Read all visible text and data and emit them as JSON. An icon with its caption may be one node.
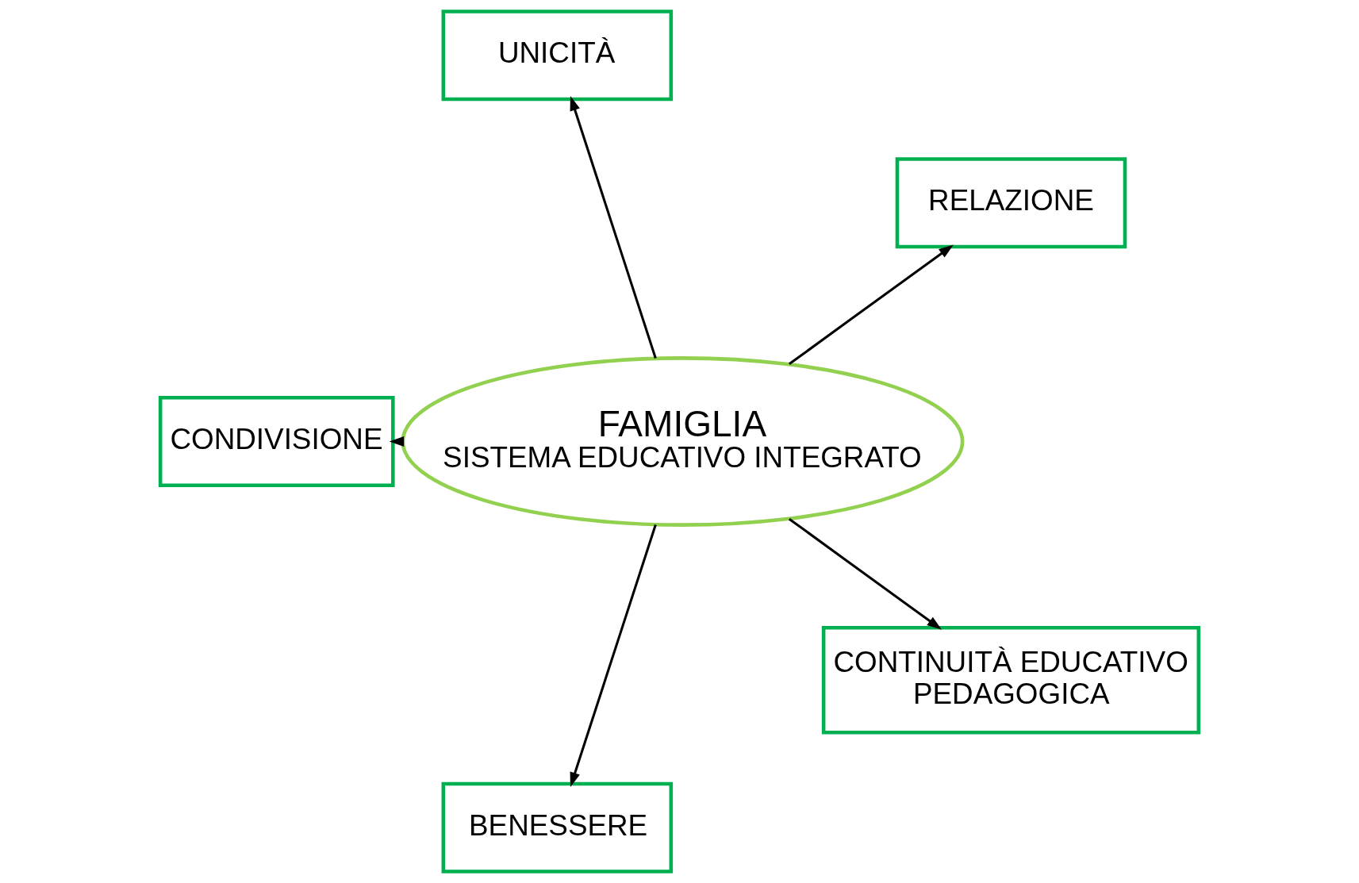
{
  "diagram": {
    "nodes": [
      {
        "text": [
          "RELAZIONE"
        ]
      },
      {
        "text": [
          "UNICITÀ"
        ]
      },
      {
        "text": [
          "CONDIVISIONE"
        ]
      },
      {
        "text": [
          "FAMIGLIA",
          "SISTEMA EDUCATIVO INTEGRATO"
        ]
      },
      {
        "text": [
          "BENESSERE"
        ]
      },
      {
        "text": [
          "CONTINUITÀ EDUCATIVO PEDAGOGICA"
        ]
      }
    ],
    "edges": [
      {
        "from": 3,
        "to": 0,
        "arrow": "to"
      },
      {
        "from": 3,
        "to": 1,
        "arrow": "to"
      },
      {
        "from": 3,
        "to": 2,
        "arrow": "to"
      },
      {
        "from": 3,
        "to": 4,
        "arrow": "to"
      },
      {
        "from": 3,
        "to": 5,
        "arrow": "to"
      }
    ]
  }
}
